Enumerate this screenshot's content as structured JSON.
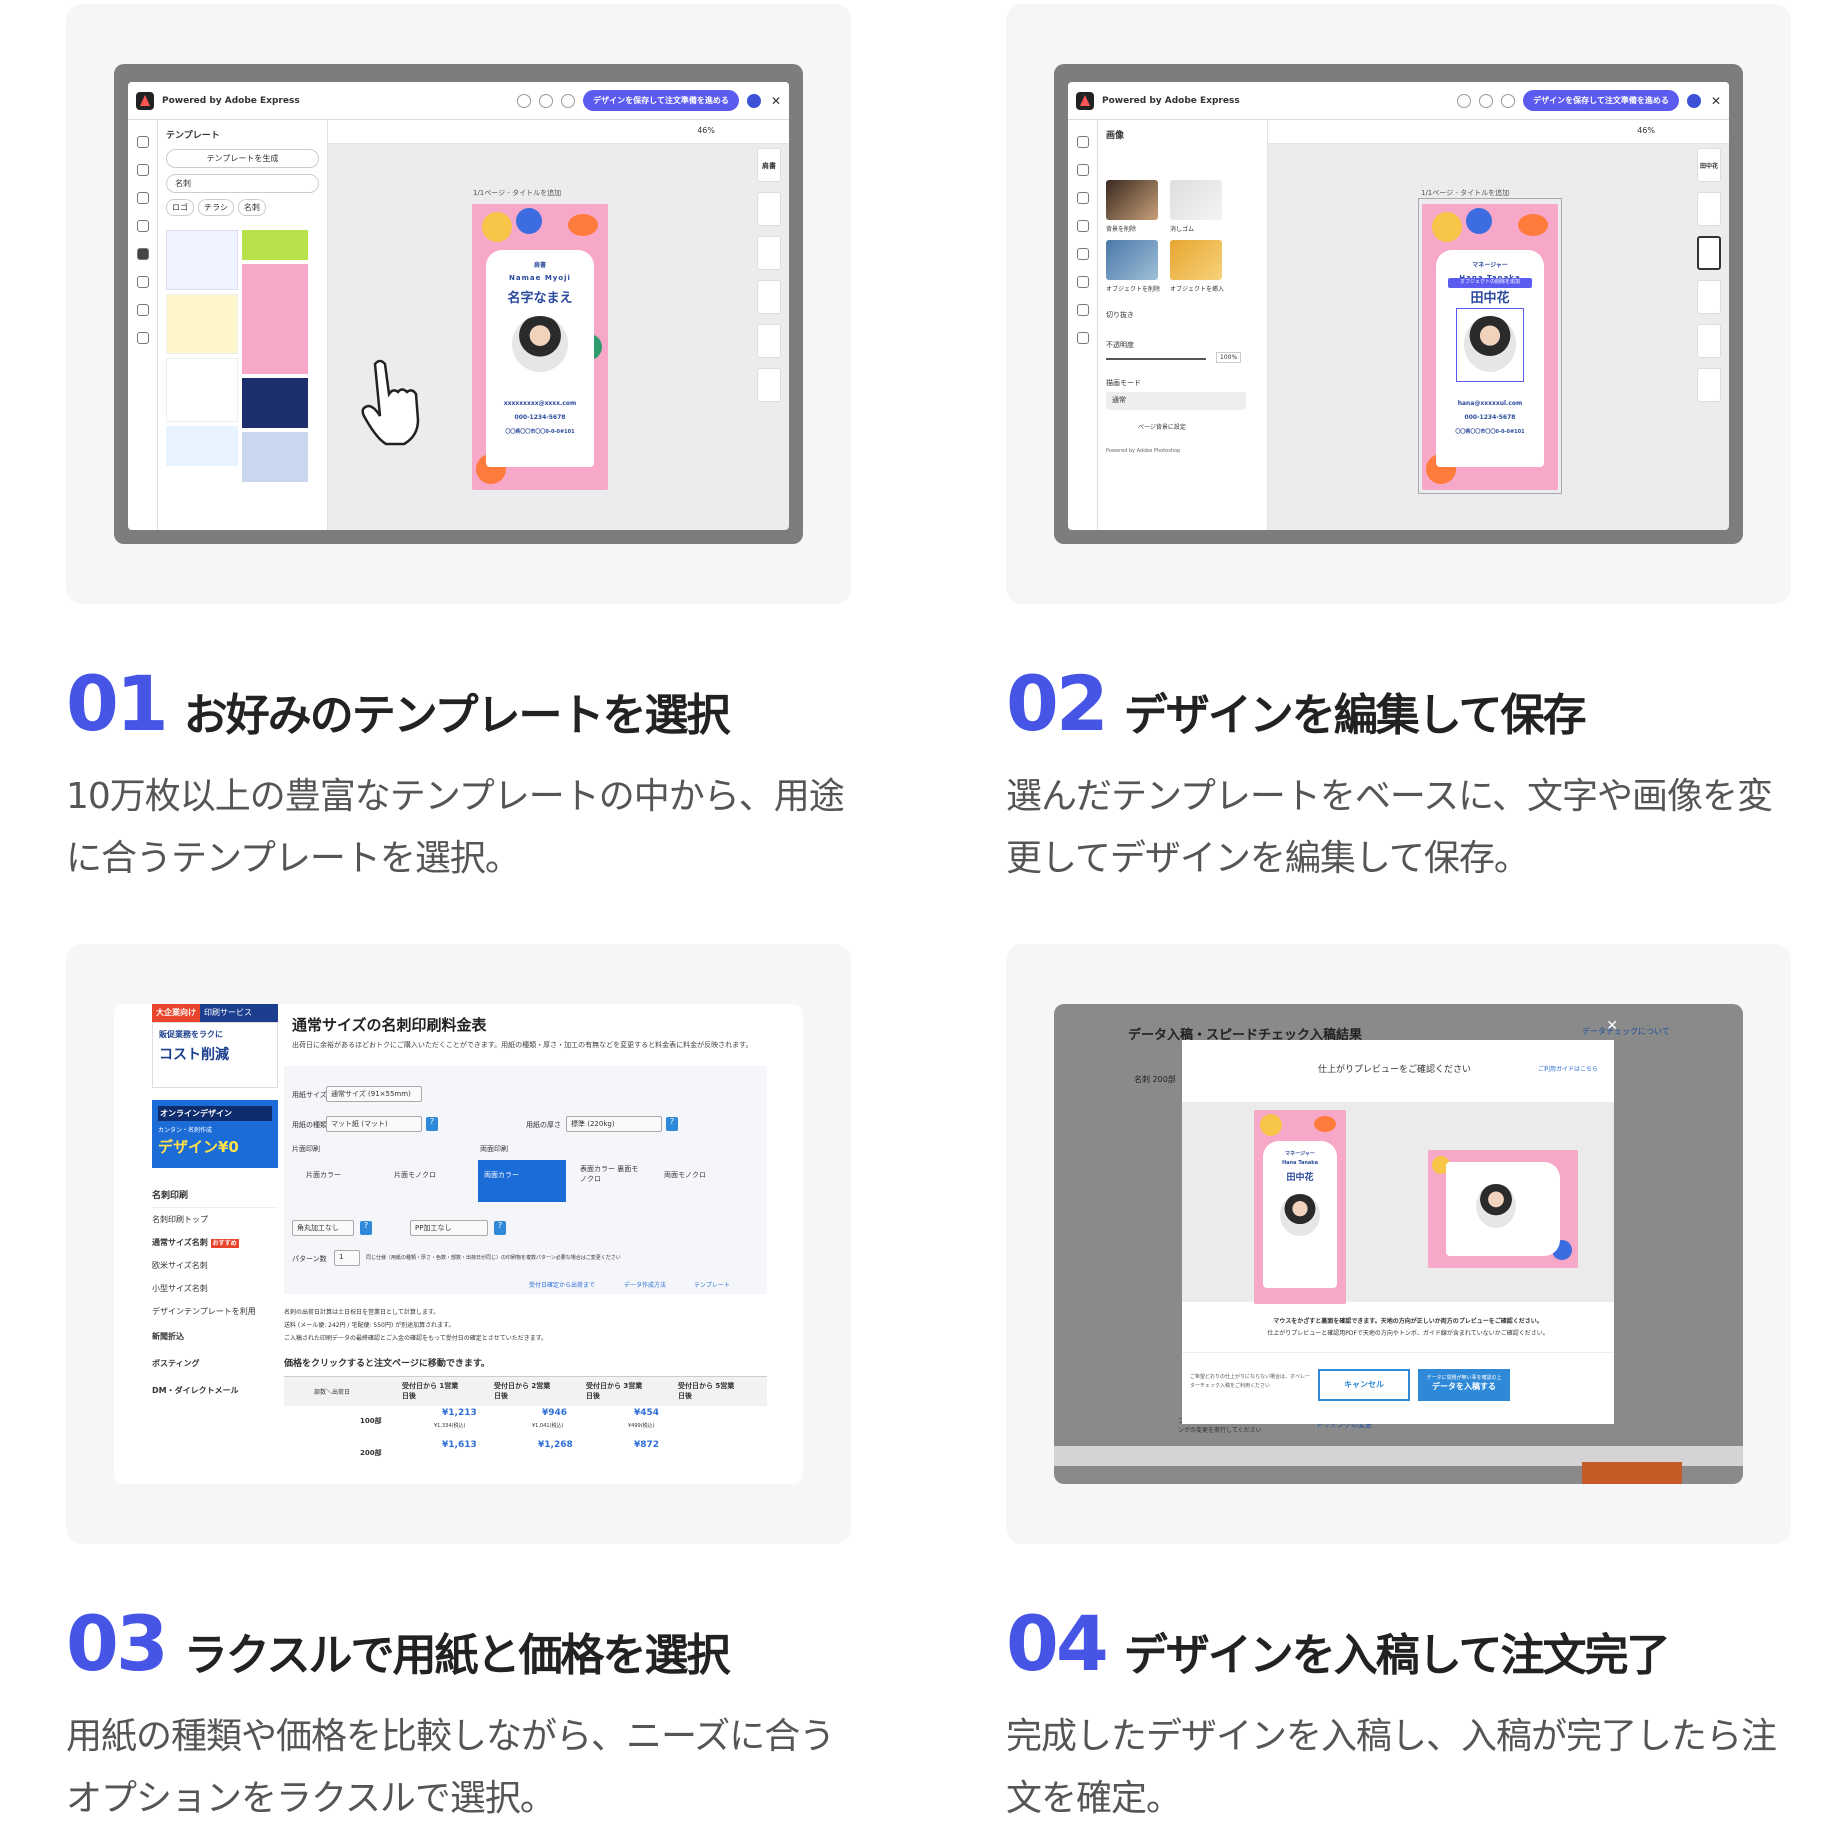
{
  "steps": [
    {
      "num": "01",
      "title": "お好みのテンプレートを選択",
      "desc": "10万枚以上の豊富なテンプレートの中から、用途に合うテンプレートを選択。"
    },
    {
      "num": "02",
      "title": "デザインを編集して保存",
      "desc": "選んだテンプレートをベースに、文字や画像を変更してデザインを編集して保存。"
    },
    {
      "num": "03",
      "title": "ラクスルで用紙と価格を選択",
      "desc": "用紙の種類や価格を比較しながら、ニーズに合うオプションをラクスルで選択。"
    },
    {
      "num": "04",
      "title": "デザインを入稿して注文完了",
      "desc": "完成したデザインを入稿し、入稿が完了したら注文を確定。"
    }
  ],
  "editor": {
    "brand": "Powered by Adobe Express",
    "cta": "デザインを保存して注文準備を進める",
    "zoom": "46%",
    "page_label": "1/1ページ - タイトルを追加"
  },
  "screen1": {
    "panel_title": "テンプレート",
    "generate": "テンプレートを生成",
    "search": "名刺",
    "chips": [
      "ロゴ",
      "チラシ",
      "名刺"
    ],
    "card_title": "肩書",
    "card_roman": "Namae Myoji",
    "card_name": "名字なまえ",
    "card_email": "xxxxxxxxx@xxxx.com",
    "card_tel": "000-1234-5678",
    "card_addr": "〇〇県〇〇市〇〇0-0-0#101",
    "thumb_label": "肩書"
  },
  "screen2": {
    "panel_title": "画像",
    "img_labels": [
      "背景を削除",
      "消しゴム",
      "オブジェクトを削除",
      "オブジェクトを挿入"
    ],
    "crop": "切り抜き",
    "opacity_label": "不透明度",
    "opacity_value": "100%",
    "blend_label": "描画モード",
    "blend_value": "通常",
    "set_bg": "ページ背景に設定",
    "footer": "Powered by Adobe Photoshop",
    "card_title": "マネージャー",
    "card_roman": "Hana Tanaka",
    "card_name": "田中花",
    "card_email": "hana@xxxxxul.com",
    "card_tel": "000-1234-5678",
    "card_addr": "〇〇県〇〇市〇〇0-0-0#101",
    "tooltip": "オブジェクトの削除を追加",
    "thumb_label": "田中花"
  },
  "screen3": {
    "badge1": "大企業向け",
    "badge2": "印刷サービス",
    "promo_small": "販促業務をラクに",
    "promo_big": "コスト削減",
    "online_title": "オンラインデザイン",
    "online_sub": "カンタン・名刺作成",
    "online_price": "デザイン¥0",
    "nav": [
      "名刺印刷",
      "名刺印刷トップ",
      "通常サイズ名刺",
      "欧米サイズ名刺",
      "小型サイズ名刺",
      "デザインテンプレートを利用",
      "新聞折込",
      "ポスティング",
      "DM・ダイレクトメール"
    ],
    "nav_badge": "おすすめ",
    "heading": "通常サイズの名刺印刷料金表",
    "intro": "出荷日に余裕があるほどおトクにご購入いただくことができます。用紙の種類・厚さ・加工の有無などを変更すると料金表に料金が反映されます。",
    "f_size_label": "用紙サイズ",
    "f_size": "通常サイズ (91×55mm)",
    "f_type_label": "用紙の種類",
    "f_type": "マット紙 (マット)",
    "f_thick_label": "用紙の厚さ",
    "f_thick": "標準 (220kg)",
    "single": "片面印刷",
    "double": "両面印刷",
    "opts": [
      "片面カラー",
      "片面モノクロ",
      "両面カラー",
      "表面カラー 裏面モノクロ",
      "両面モノクロ"
    ],
    "corner": "角丸加工なし",
    "pp": "PP加工なし",
    "pattern_label": "パターン数",
    "pattern": "1",
    "pattern_note": "同じ仕様（用紙の種類・厚さ・色数・部数・出荷日が同じ）の印刷物を複数パターン必要な場合はご変更ください",
    "links": [
      "受付日確定から出荷まで",
      "データ作成方法",
      "テンプレート"
    ],
    "notes": [
      "名刺の出荷日計算は土日祝日を営業日として計算します。",
      "送料 (メール便: 242円 / 宅配便: 550円) が別途加算されます。",
      "ご入稿された印刷データの最終確認とご入金の確認をもって受付日の確定とさせていただきます。"
    ],
    "price_heading": "価格をクリックすると注文ページに移動できます。",
    "col_headers": [
      "部数＼出荷日",
      "受付日から 1営業日後",
      "受付日から 2営業日後",
      "受付日から 3営業日後",
      "受付日から 5営業日後"
    ],
    "rows": [
      {
        "qty": "100部",
        "p": [
          "¥1,213",
          "¥946",
          "¥454",
          ""
        ],
        "tax": [
          "¥1,334(税込)",
          "¥1,041(税込)",
          "¥499(税込)",
          ""
        ]
      },
      {
        "qty": "200部",
        "p": [
          "¥1,613",
          "¥1,268",
          "¥872",
          ""
        ],
        "tax": [
          "",
          "",
          "",
          ""
        ]
      }
    ]
  },
  "screen4": {
    "title": "データ入稿・スピードチェック入稿結果",
    "link": "データチェックについて",
    "modal_title": "仕上がりプレビューをご確認ください",
    "modal_link": "ご利用ガイドはこちら",
    "note1": "マウスをかざすと裏面を確認できます。天地の方向が正しいか両方のプレビューをご確認ください。",
    "note2": "仕上がりプレビューと確認用PDFで天地の方向やトンボ、ガイド線が含まれていないかご確認ください。",
    "small": "ご希望どおりの仕上がりにならない場合は、オペレーターチェック入稿をご利用ください",
    "cancel": "キャンセル",
    "submit": "データを入稿する",
    "submit_sub": "データに問題が無い事を確認の上",
    "bg_text": "プレビューにトンボ・余白が含まれている場合はトリミングの変更を実行してください",
    "trim": "トリミングの変更",
    "card_title": "マネージャー",
    "card_roman": "Hana Tanaka",
    "card_name": "田中花",
    "qty": "名刺 200部"
  }
}
